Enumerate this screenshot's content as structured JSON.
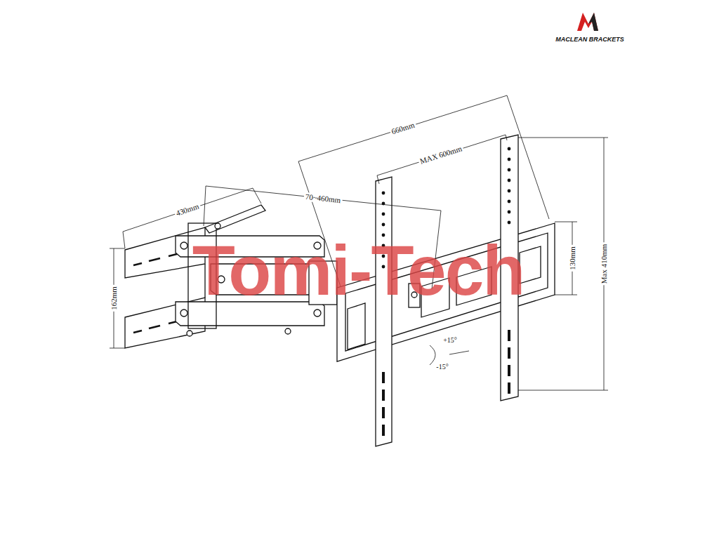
{
  "diagram": {
    "labels": [
      "MACLEAN BRACKETS",
      "660mm",
      "MAX 600mm",
      "430mm",
      "70~460mm",
      "162mm",
      "130mm",
      "Max 410mm",
      "+15°",
      "-15°",
      "Tomi-Tech"
    ]
  }
}
